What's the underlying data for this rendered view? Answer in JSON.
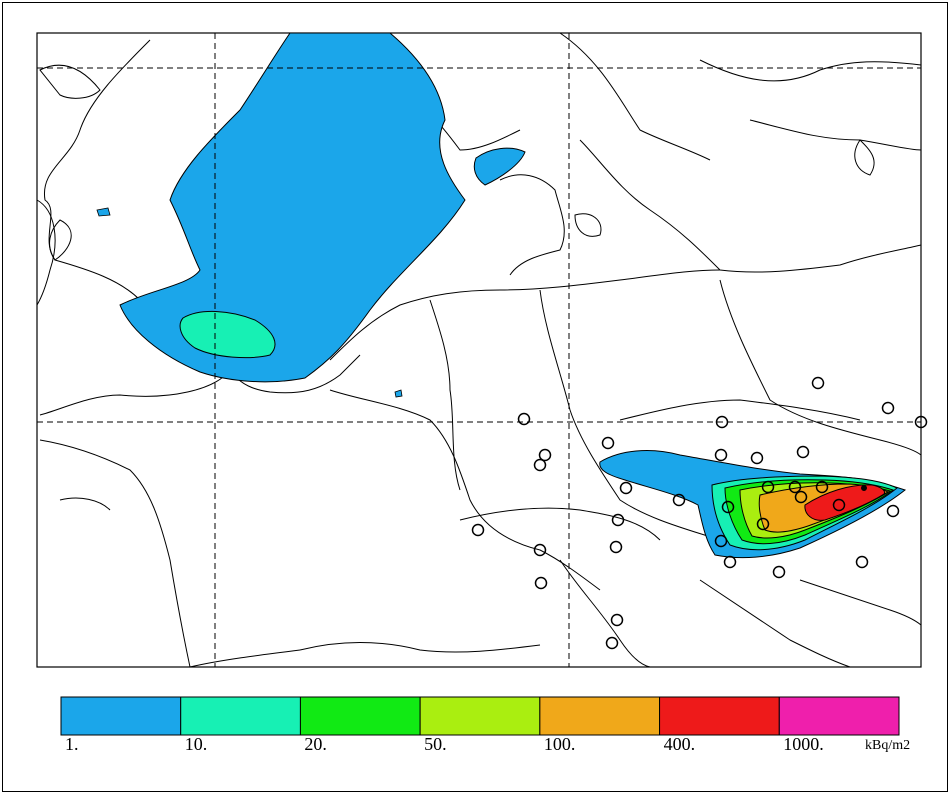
{
  "legend": {
    "bins": [
      {
        "label": "1.",
        "color": "#1ba6ea"
      },
      {
        "label": "10.",
        "color": "#17f0b4"
      },
      {
        "label": "20.",
        "color": "#11ea14"
      },
      {
        "label": "50.",
        "color": "#aaee10"
      },
      {
        "label": "100.",
        "color": "#f0a81a"
      },
      {
        "label": "400.",
        "color": "#ee1a1a"
      },
      {
        "label": "1000.",
        "color": "#ef1fac"
      }
    ],
    "unit": "kBq/m2"
  },
  "map": {
    "coastline_color": "#000000",
    "gridline_style": "dashed",
    "station_marker": "open-circle"
  }
}
